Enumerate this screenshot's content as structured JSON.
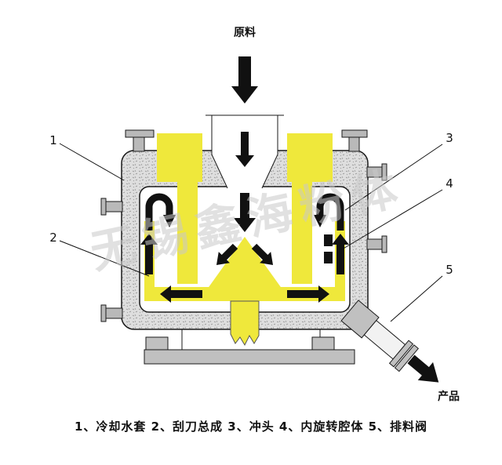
{
  "labels": {
    "feed": "原料",
    "product": "产品",
    "caption": "1、冷却水套 2、刮刀总成 3、冲头 4、内旋转腔体 5、排料阀",
    "watermark": "无锡鑫海粉体"
  },
  "legend": [
    {
      "num": "1",
      "name": "冷却水套"
    },
    {
      "num": "2",
      "name": "刮刀总成"
    },
    {
      "num": "3",
      "name": "冲头"
    },
    {
      "num": "4",
      "name": "内旋转腔体"
    },
    {
      "num": "5",
      "name": "排料阀"
    }
  ],
  "colors": {
    "part_yellow": "#efe83b",
    "jacket_gray": "#dedede",
    "fitting_gray": "#b9b9b9",
    "arrow_black": "#111111",
    "watermark_gray": "#c9c9c9"
  }
}
